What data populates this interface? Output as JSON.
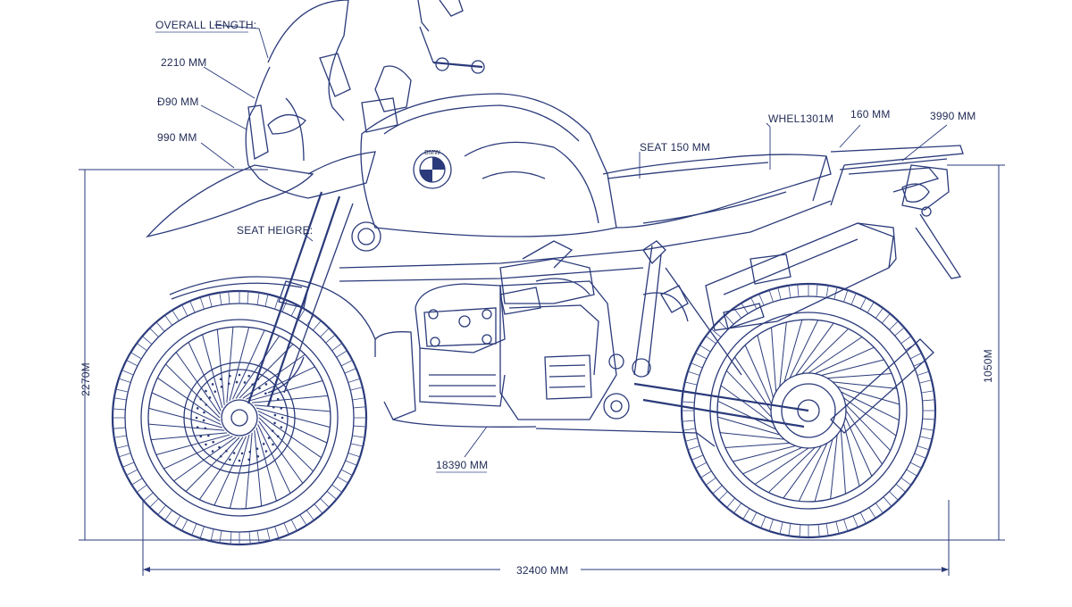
{
  "labels": {
    "overall_length": "OVERALL LENGTH:",
    "len_2210": "2210 MM",
    "len_890": "Ð90 MM",
    "len_990": "990 MM",
    "seat_height": "SEAT HEIGRE:",
    "seat_150": "SEAT 150 MM",
    "wheel": "WHEL1301M",
    "v160": "160 MM",
    "v3990": "3990 MM",
    "v18390": "18390 MM",
    "v32400": "32400 MM",
    "left_height": "2270M",
    "right_height": "1050M",
    "tank_badge": "BMW"
  },
  "colors": {
    "ink": "#2a3a7a",
    "paper": "#ffffff"
  }
}
